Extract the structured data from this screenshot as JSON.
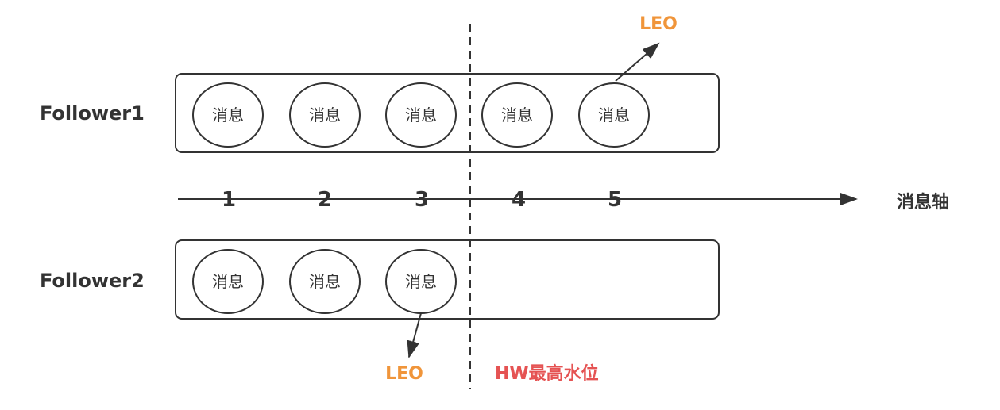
{
  "axis": {
    "label": "消息轴",
    "ticks": [
      "1",
      "2",
      "3",
      "4",
      "5"
    ]
  },
  "followers": [
    {
      "name": "Follower1",
      "messages": [
        "消息",
        "消息",
        "消息",
        "消息",
        "消息"
      ],
      "leo_label": "LEO"
    },
    {
      "name": "Follower2",
      "messages": [
        "消息",
        "消息",
        "消息"
      ],
      "leo_label": "LEO"
    }
  ],
  "high_watermark": {
    "label": "HW最高水位"
  },
  "colors": {
    "leo": "#f0953a",
    "hw": "#e55353",
    "stroke": "#333333"
  }
}
